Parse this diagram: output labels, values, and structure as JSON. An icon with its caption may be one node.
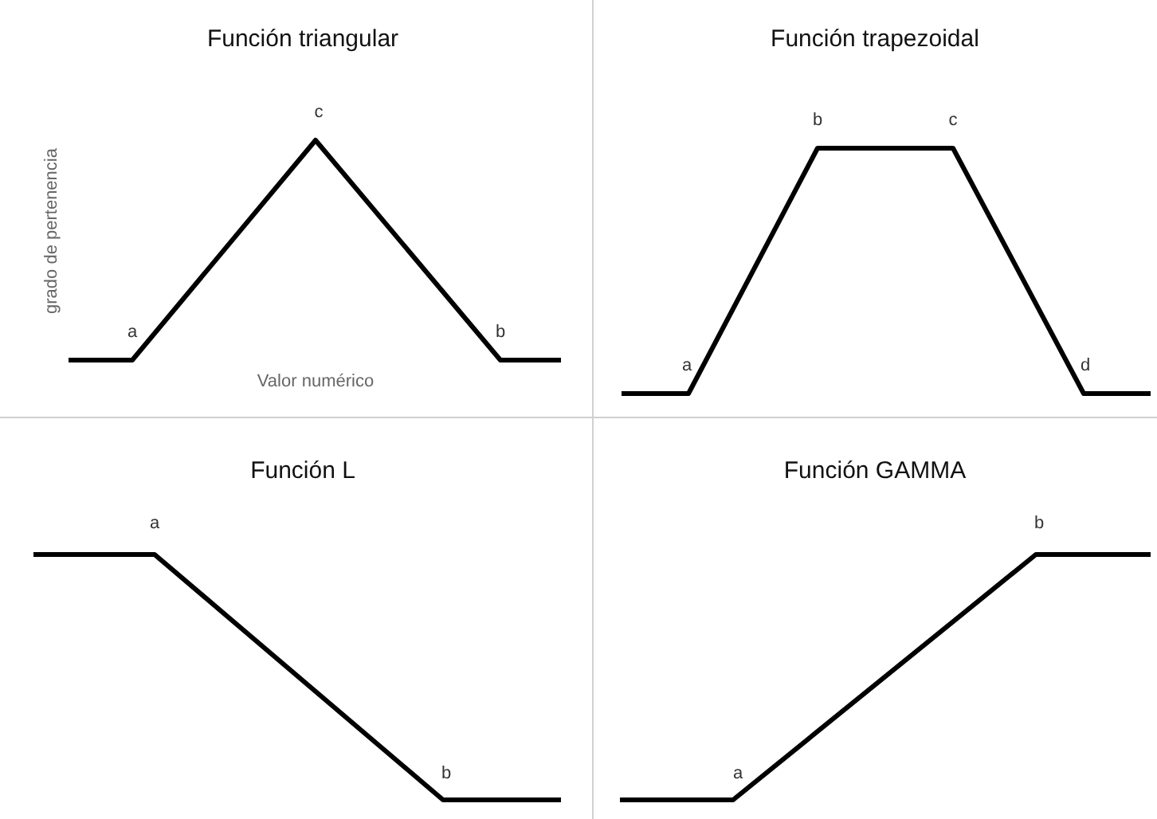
{
  "diagram": {
    "labels": [
      "Función triangular",
      "c",
      "grado de pertenencia",
      "a",
      "b",
      "Valor numérico",
      "Función trapezoidal",
      "b",
      "c",
      "a",
      "d",
      "Función L",
      "a",
      "Función GAMMA",
      "b",
      "b",
      "a"
    ]
  }
}
